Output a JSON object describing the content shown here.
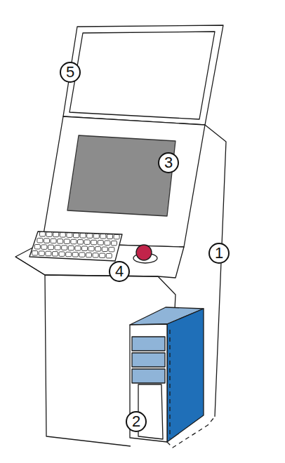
{
  "diagram": {
    "labels": [
      "5",
      "3",
      "1",
      "4",
      "2"
    ]
  }
}
